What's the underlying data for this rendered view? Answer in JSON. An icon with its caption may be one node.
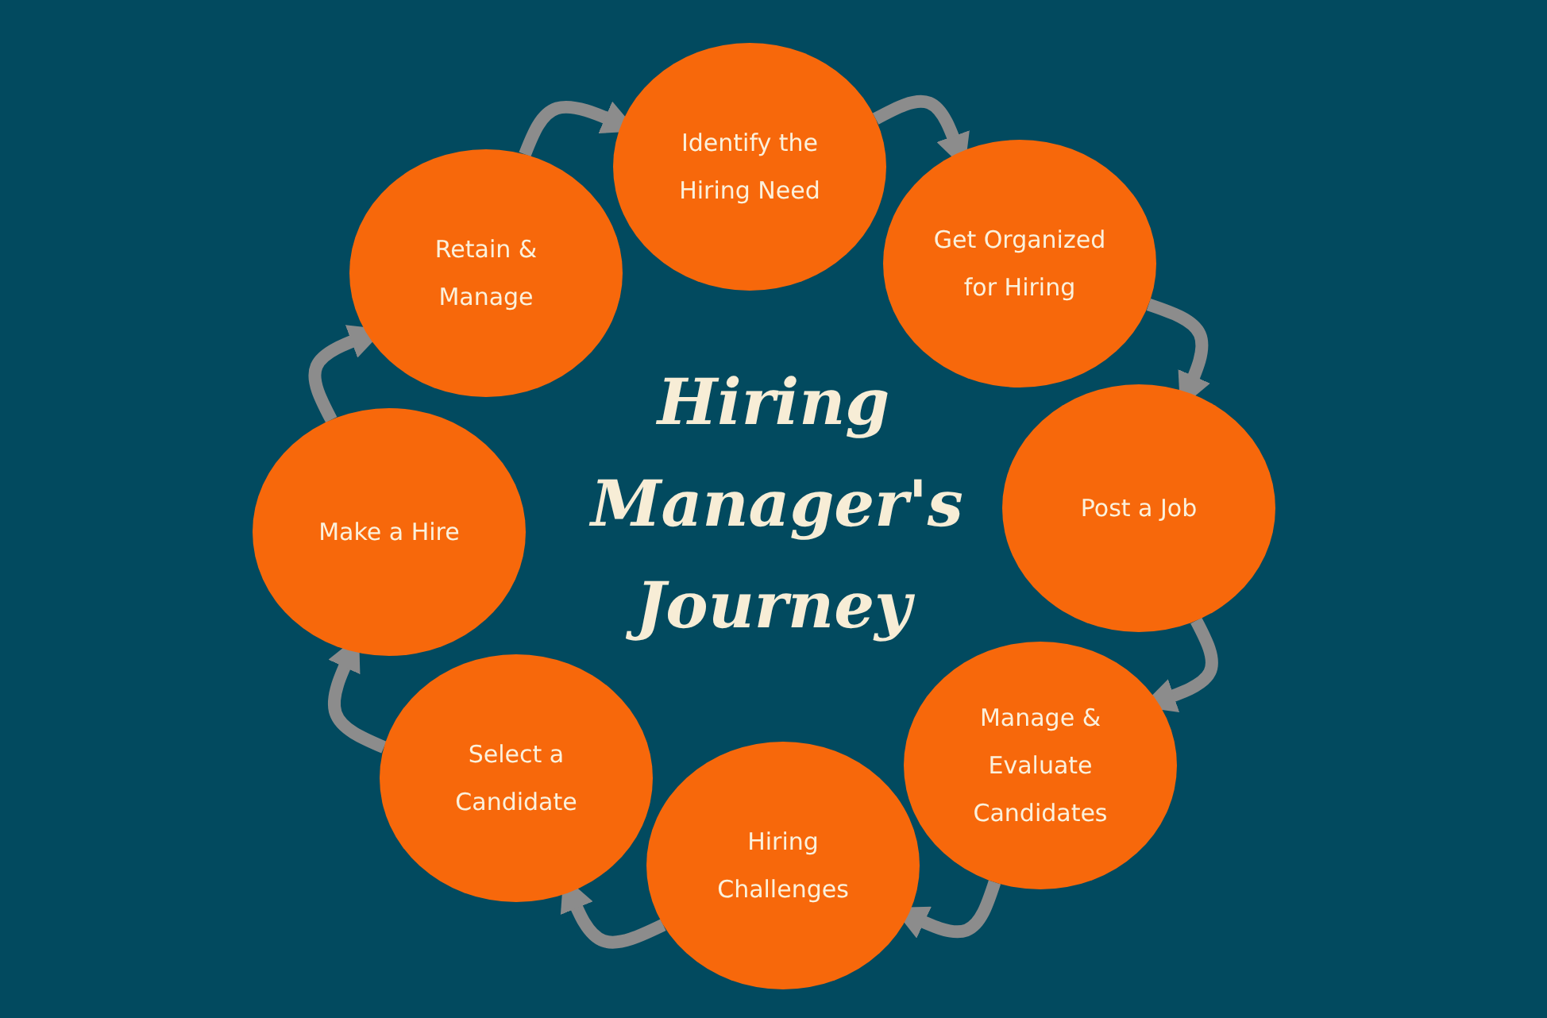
{
  "diagram": {
    "title": "Hiring Manager's Journey",
    "nodes": [
      {
        "text": [
          "Identify the Hiring Need"
        ]
      },
      {
        "text": [
          "Get Organized for Hiring"
        ]
      },
      {
        "text": [
          "Post a Job"
        ]
      },
      {
        "text": [
          "Manage & Evaluate Candidates"
        ]
      },
      {
        "text": [
          "Hiring Challenges"
        ]
      },
      {
        "text": [
          "Select a Candidate"
        ]
      },
      {
        "text": [
          "Make a Hire"
        ]
      },
      {
        "text": [
          "Retain & Manage"
        ]
      }
    ],
    "edges": [
      {
        "from": 0,
        "to": 1,
        "arrow": "to"
      },
      {
        "from": 1,
        "to": 2,
        "arrow": "to"
      },
      {
        "from": 2,
        "to": 3,
        "arrow": "to"
      },
      {
        "from": 3,
        "to": 4,
        "arrow": "to"
      },
      {
        "from": 4,
        "to": 5,
        "arrow": "to"
      },
      {
        "from": 5,
        "to": 6,
        "arrow": "to"
      },
      {
        "from": 6,
        "to": 7,
        "arrow": "to"
      },
      {
        "from": 7,
        "to": 0,
        "arrow": "to"
      }
    ]
  }
}
